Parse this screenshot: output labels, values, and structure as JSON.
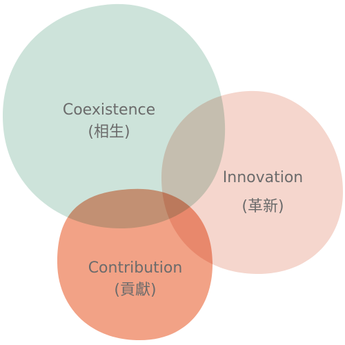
{
  "diagram": {
    "circles": [
      {
        "id": "coexistence",
        "title": "Coexistence",
        "subtitle": "(相生)",
        "color": "#cde3da"
      },
      {
        "id": "innovation",
        "title": "Innovation",
        "subtitle": "(革新)",
        "color": "#f5d6cd"
      },
      {
        "id": "contribution",
        "title": "Contribution",
        "subtitle": "(貢獻)",
        "color": "#f2a286"
      }
    ]
  }
}
